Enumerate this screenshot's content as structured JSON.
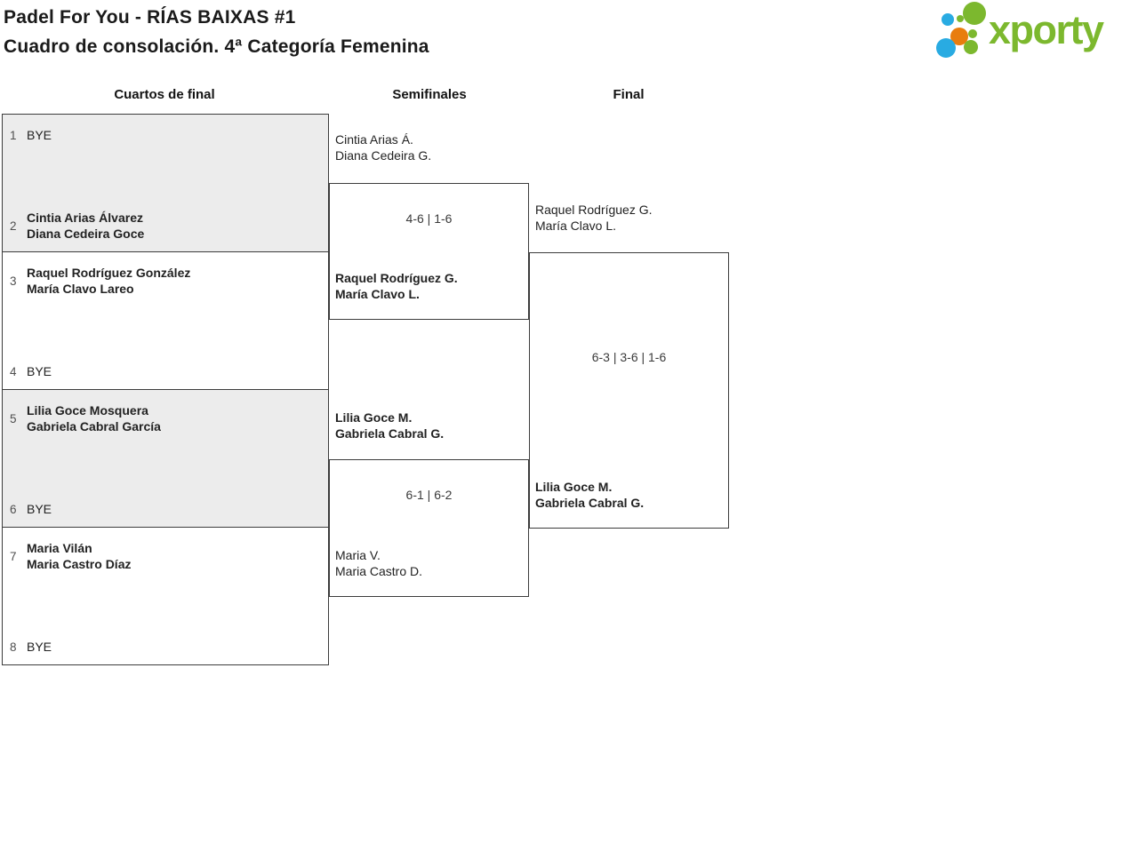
{
  "header": {
    "title_line1": "Padel For You - RÍAS BAIXAS #1",
    "title_line2": "Cuadro de consolación. 4ª Categoría Femenina"
  },
  "logo": {
    "brand": "xporty",
    "green": "#7cb82e",
    "blue": "#29abe2",
    "orange": "#e87d0e"
  },
  "rounds": [
    {
      "label": "Cuartos de final"
    },
    {
      "label": "Semifinales"
    },
    {
      "label": "Final"
    }
  ],
  "bracket": {
    "quarterfinals": [
      {
        "top": {
          "seed": "1",
          "line1": "BYE",
          "line2": "",
          "winner": false
        },
        "bottom": {
          "seed": "2",
          "line1": "Cintia Arias Álvarez",
          "line2": "Diana Cedeira Goce",
          "winner": true
        }
      },
      {
        "top": {
          "seed": "3",
          "line1": "Raquel Rodríguez González",
          "line2": "María Clavo Lareo",
          "winner": true
        },
        "bottom": {
          "seed": "4",
          "line1": "BYE",
          "line2": "",
          "winner": false
        }
      },
      {
        "top": {
          "seed": "5",
          "line1": "Lilia Goce Mosquera",
          "line2": "Gabriela Cabral García",
          "winner": true
        },
        "bottom": {
          "seed": "6",
          "line1": "BYE",
          "line2": "",
          "winner": false
        }
      },
      {
        "top": {
          "seed": "7",
          "line1": "Maria Vilán",
          "line2": "Maria Castro Díaz",
          "winner": true
        },
        "bottom": {
          "seed": "8",
          "line1": "BYE",
          "line2": "",
          "winner": false
        }
      }
    ],
    "semifinals": [
      {
        "top": {
          "line1": "Cintia Arias Á.",
          "line2": "Diana Cedeira G.",
          "winner": false
        },
        "score": "4-6 | 1-6",
        "bottom": {
          "line1": "Raquel Rodríguez G.",
          "line2": "María Clavo L.",
          "winner": true
        }
      },
      {
        "top": {
          "line1": "Lilia Goce M.",
          "line2": "Gabriela Cabral G.",
          "winner": true
        },
        "score": "6-1 | 6-2",
        "bottom": {
          "line1": "Maria V.",
          "line2": "Maria Castro D.",
          "winner": false
        }
      }
    ],
    "final": {
      "top": {
        "line1": "Raquel Rodríguez G.",
        "line2": "María Clavo L.",
        "winner": false
      },
      "score": "6-3 | 3-6 | 1-6",
      "bottom": {
        "line1": "Lilia Goce M.",
        "line2": "Gabriela Cabral G.",
        "winner": true
      }
    }
  }
}
